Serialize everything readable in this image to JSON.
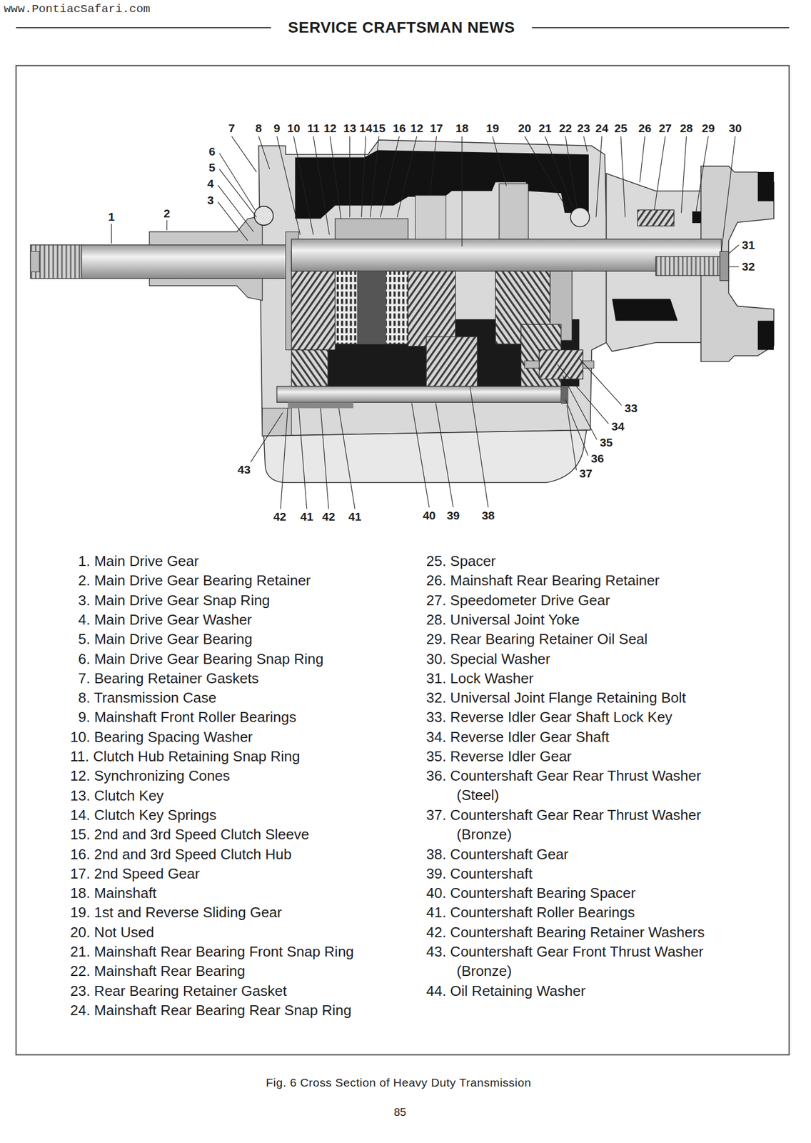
{
  "diagram": {
    "title": "SERVICE CRAFTSMAN NEWS",
    "caption": "Fig. 6 Cross Section of Heavy Duty Transmission",
    "labels": [
      "www.PontiacSafari.com",
      "7",
      "8",
      "9",
      "10",
      "11",
      "12",
      "13",
      "14",
      "15",
      "16",
      "12",
      "17",
      "18",
      "19",
      "20",
      "21",
      "22",
      "23",
      "24",
      "25",
      "26",
      "27",
      "28",
      "29",
      "30",
      "6",
      "5",
      "4",
      "3",
      "1",
      "2",
      "31",
      "32",
      "33",
      "34",
      "35",
      "36",
      "37",
      "43",
      "42",
      "41",
      "42",
      "41",
      "40",
      "39",
      "38",
      "1. Main Drive Gear",
      "2. Main Drive Gear Bearing Retainer",
      "3. Main Drive Gear Snap Ring",
      "4. Main Drive Gear Washer",
      "5. Main Drive Gear Bearing",
      "6. Main Drive Gear Bearing Snap Ring",
      "7. Bearing Retainer Gaskets",
      "8. Transmission Case",
      "9. Mainshaft Front Roller Bearings",
      "10. Bearing Spacing Washer",
      "11. Clutch Hub Retaining Snap Ring",
      "12. Synchronizing Cones",
      "13. Clutch Key",
      "14. Clutch Key Springs",
      "15. 2nd and 3rd Speed Clutch Sleeve",
      "16. 2nd and 3rd Speed Clutch Hub",
      "17. 2nd Speed Gear",
      "18. Mainshaft",
      "19. 1st and Reverse Sliding Gear",
      "20. Not Used",
      "21. Mainshaft Rear Bearing Front Snap Ring",
      "22. Mainshaft Rear Bearing",
      "23. Rear Bearing Retainer Gasket",
      "24. Mainshaft Rear Bearing Rear Snap Ring",
      "25. Spacer",
      "26. Mainshaft Rear Bearing Retainer",
      "27. Speedometer Drive Gear",
      "28. Universal Joint Yoke",
      "29. Rear Bearing Retainer Oil Seal",
      "30. Special Washer",
      "31. Lock Washer",
      "32. Universal Joint Flange Retaining Bolt",
      "33. Reverse Idler Gear Shaft Lock Key",
      "34. Reverse Idler Gear Shaft",
      "35. Reverse Idler Gear",
      "36. Countershaft Gear Rear Thrust Washer (Steel)",
      "37. Countershaft Gear Rear Thrust Washer (Bronze)",
      "38. Countershaft Gear",
      "39. Countershaft",
      "40. Countershaft Bearing Spacer",
      "41. Countershaft Roller Bearings",
      "42. Countershaft Bearing Retainer Washers",
      "43. Countershaft Gear Front Thrust Washer (Bronze)",
      "44. Oil Retaining Washer",
      "85"
    ]
  }
}
